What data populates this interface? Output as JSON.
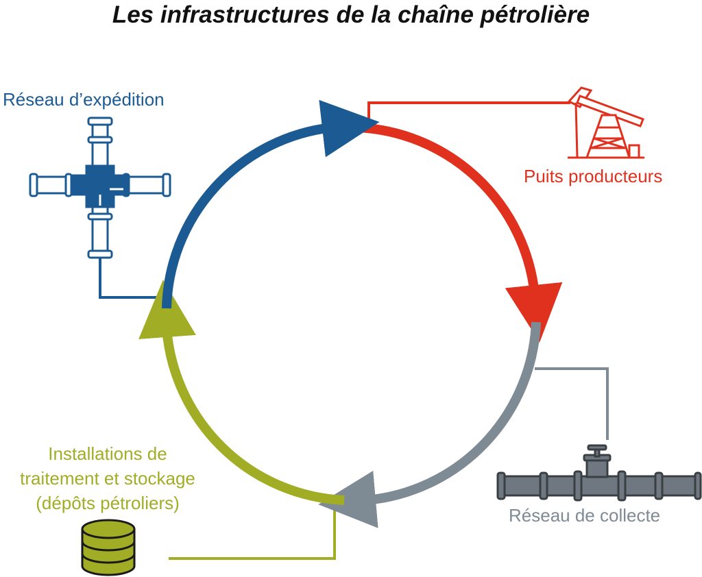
{
  "title": "Les infrastructures de la chaîne pétrolière",
  "nodes": {
    "expedition": {
      "label": "Réseau d’expédition",
      "icon": "pipe-cross-icon"
    },
    "puits": {
      "label": "Puits producteurs",
      "icon": "pumpjack-icon"
    },
    "collecte": {
      "label": "Réseau de collecte",
      "icon": "pipeline-valve-icon"
    },
    "stockage": {
      "lines": [
        "Installations de",
        "traitement et stockage",
        "(dépôts pétroliers)"
      ],
      "icon": "storage-tank-icon"
    }
  },
  "colors": {
    "blue": "#1b5a92",
    "red": "#e0301e",
    "gray": "#7f8b94",
    "olive": "#a2ad26"
  }
}
